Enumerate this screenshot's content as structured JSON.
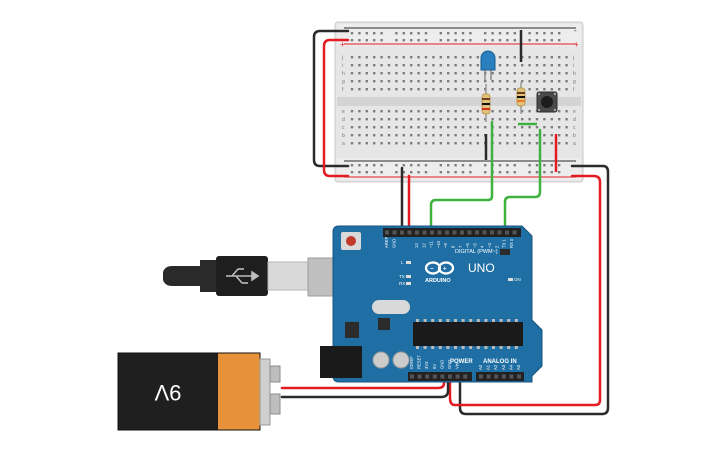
{
  "arduino": {
    "brand": "ARDUINO",
    "model": "UNO",
    "digital_label": "DIGITAL (PWM~)",
    "power_label": "POWER",
    "analog_label": "ANALOG IN",
    "on_label": "ON",
    "tx_label": "TX",
    "rx_label": "RX",
    "l_label": "L",
    "aref": "AREF",
    "gnd": "GND",
    "digital_pins": [
      "13",
      "12",
      "~11",
      "~10",
      "~9",
      "8",
      "7",
      "~6",
      "~5",
      "4",
      "~3",
      "2",
      "TX 1",
      "RX 0"
    ],
    "power_pins": [
      "IOREF",
      "RESET",
      "3V3",
      "5V",
      "GND",
      "GND",
      "Vin"
    ],
    "analog_pins": [
      "A0",
      "A1",
      "A2",
      "A3",
      "A4",
      "A5"
    ]
  },
  "battery": {
    "label": "9V"
  },
  "breadboard": {
    "row_letters_top": [
      "j",
      "i",
      "h",
      "g",
      "f"
    ],
    "row_letters_bottom": [
      "e",
      "d",
      "c",
      "b",
      "a"
    ],
    "plus": "+",
    "minus": "-"
  },
  "colors": {
    "wire_red": "#e31b23",
    "wire_black": "#2b2b2b",
    "wire_green": "#3fb13f",
    "board_blue": "#1f6fa5",
    "battery_orange": "#e8913b",
    "led_blue": "#2a7fbf"
  }
}
